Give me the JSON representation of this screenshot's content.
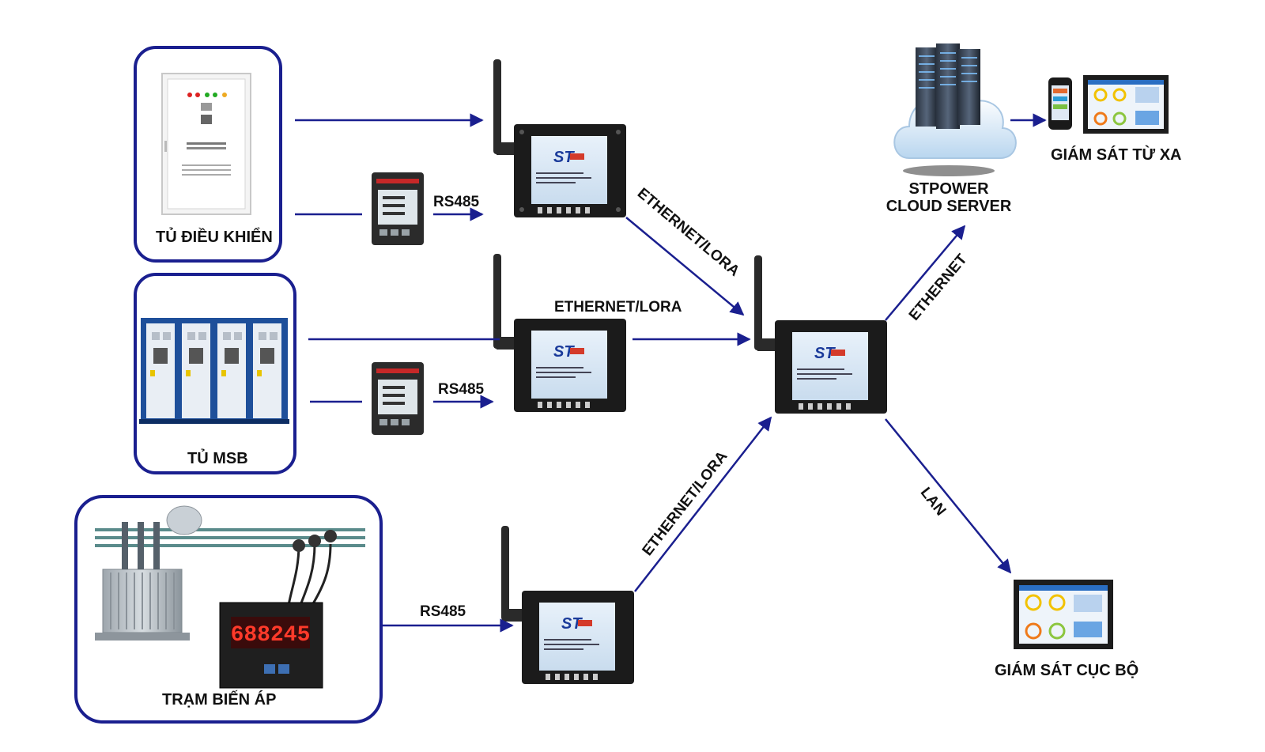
{
  "nodes": {
    "control_cabinet": "TỦ ĐIỀU KHIỂN",
    "msb_cabinet": "TỦ MSB",
    "substation": "TRẠM BIẾN ÁP",
    "cloud_line1": "STPOWER",
    "cloud_line2": "CLOUD SERVER",
    "remote_monitor": "GIÁM SÁT TỪ XA",
    "local_monitor": "GIÁM SÁT CỤC BỘ",
    "meter_reading_1": "688245",
    "gateway_logo": "ST"
  },
  "links": {
    "rs485_top": "RS485",
    "rs485_mid": "RS485",
    "rs485_bottom": "RS485",
    "eth_lora_diag_top": "ETHERNET/LORA",
    "eth_lora_mid": "ETHERNET/LORA",
    "eth_lora_diag_bottom": "ETHERNET/LORA",
    "ethernet_up": "ETHERNET",
    "lan_down": "LAN"
  },
  "colors": {
    "border": "#1a1f8f",
    "arrow": "#1a1f8f",
    "gateway_body": "#1b1b1b",
    "screen": "#dbe8f4"
  }
}
